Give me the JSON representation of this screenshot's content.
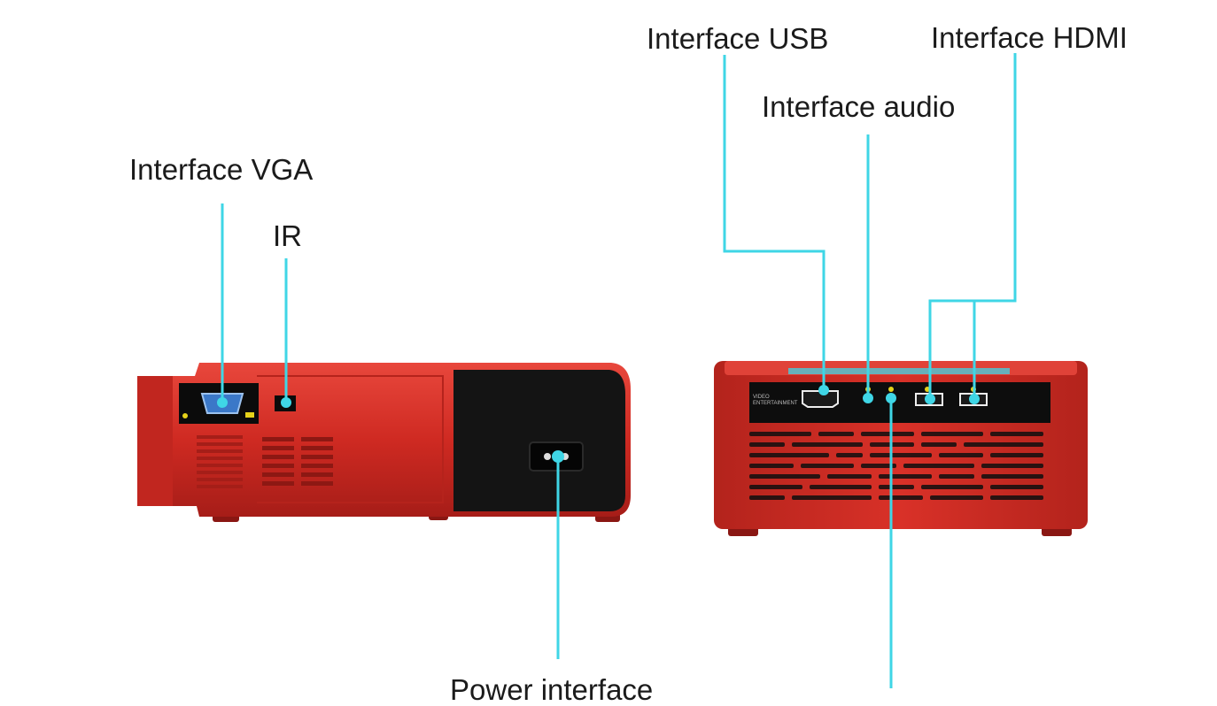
{
  "labels": {
    "vga": "Interface VGA",
    "ir": "IR",
    "power": "Power interface",
    "usb": "Interface USB",
    "audio": "Interface audio",
    "hdmi": "Interface HDMI"
  },
  "device_back_text": {
    "line1": "VIDEO",
    "line2": "ENTERTAINMENT"
  },
  "colors": {
    "body_red": "#cf2a22",
    "callout_cyan": "#3fd6e6",
    "panel_black": "#111111",
    "port_yellow": "#e6d21a"
  }
}
